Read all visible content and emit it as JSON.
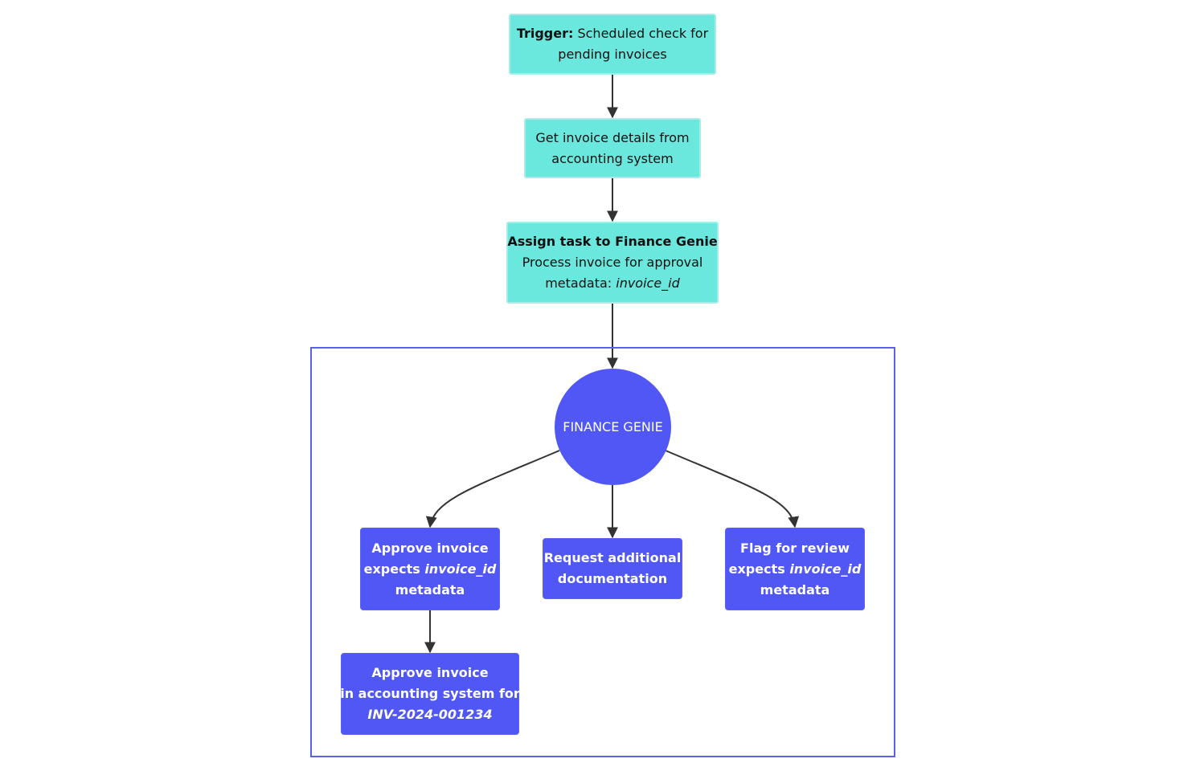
{
  "colors": {
    "teal_fill": "#6ae8de",
    "teal_border": "#a4ede8",
    "blue_fill": "#5057f4",
    "cluster_border": "#5a60e8",
    "edge": "#333333"
  },
  "nodes": {
    "trigger": {
      "label_bold": "Trigger:",
      "label_rest": " Scheduled check for",
      "line2": "pending invoices"
    },
    "get_details": {
      "line1": "Get invoice details from",
      "line2": "accounting system"
    },
    "assign": {
      "line1": "Assign task to Finance Genie",
      "line2": "Process invoice for approval",
      "line3_prefix": "metadata: ",
      "line3_italic": "invoice_id"
    },
    "genie": {
      "label": "FINANCE GENIE"
    },
    "approve": {
      "line1": "Approve invoice",
      "line2_prefix": "expects ",
      "line2_italic": "invoice_id",
      "line3": "metadata"
    },
    "request_docs": {
      "line1": "Request additional",
      "line2": "documentation"
    },
    "flag": {
      "line1": "Flag for review",
      "line2_prefix": "expects ",
      "line2_italic": "invoice_id",
      "line3": "metadata"
    },
    "approve_system": {
      "line1": "Approve invoice",
      "line2": "in accounting system for",
      "line3_italic": "INV-2024-001234"
    }
  }
}
